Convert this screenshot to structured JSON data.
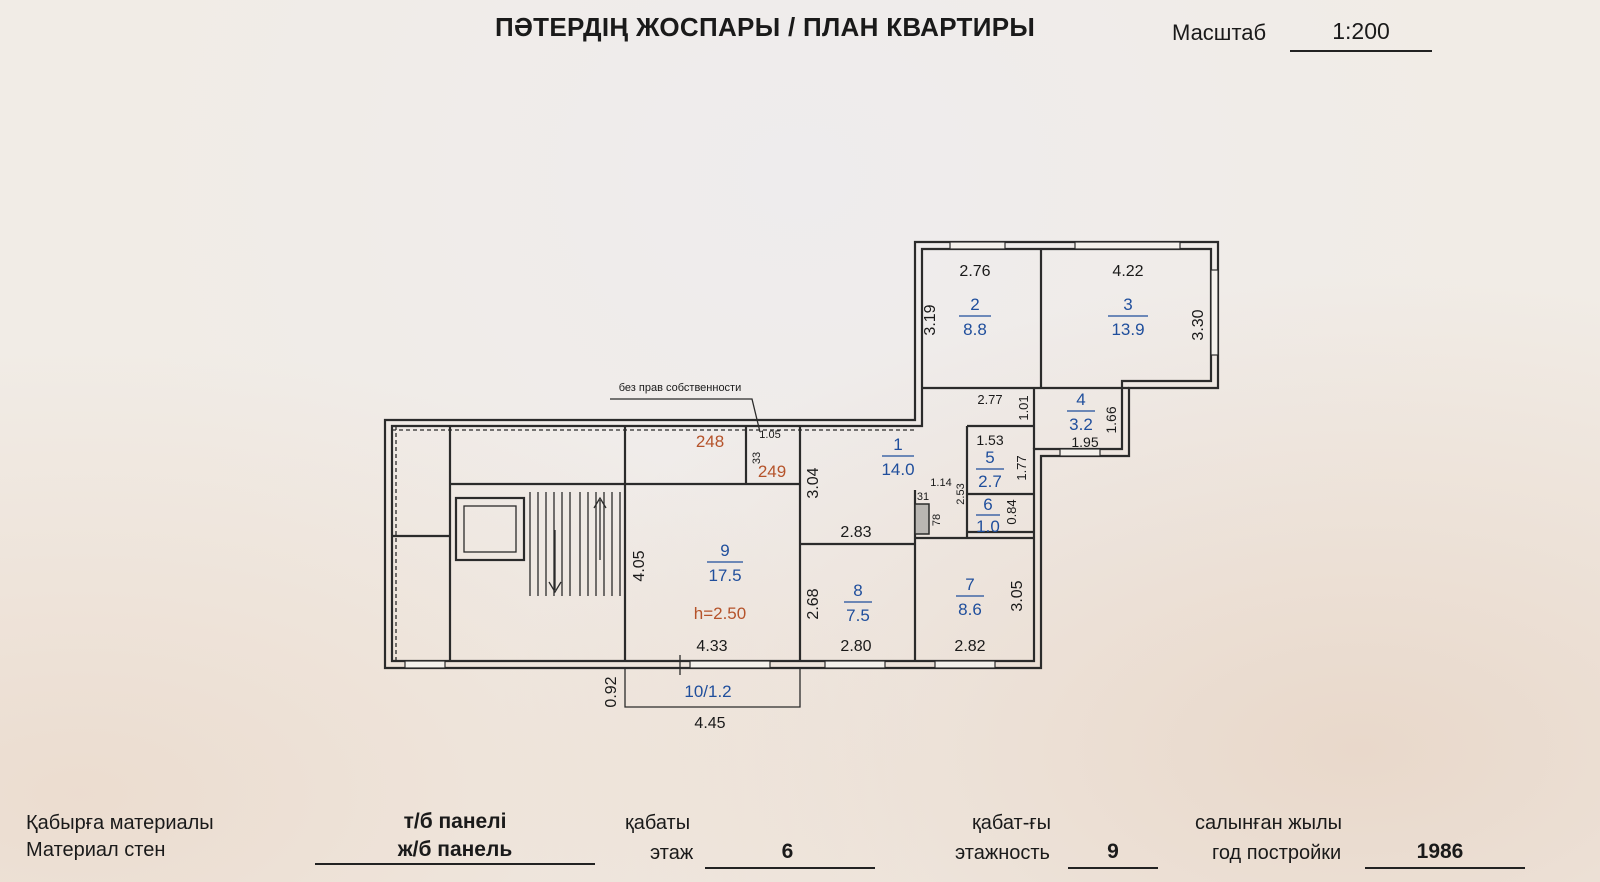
{
  "header": {
    "title": "ПӘТЕРДІҢ ЖОСПАРЫ / ПЛАН КВАРТИРЫ",
    "scale_label": "Масштаб",
    "scale_value": "1:200"
  },
  "plan": {
    "note": "без прав собственности",
    "rooms": [
      {
        "number": "1",
        "area": "14.0"
      },
      {
        "number": "2",
        "area": "8.8"
      },
      {
        "number": "3",
        "area": "13.9"
      },
      {
        "number": "4",
        "area": "3.2"
      },
      {
        "number": "5",
        "area": "2.7"
      },
      {
        "number": "6",
        "area": "1.0"
      },
      {
        "number": "7",
        "area": "8.6"
      },
      {
        "number": "8",
        "area": "7.5"
      },
      {
        "number": "9",
        "area": "17.5"
      }
    ],
    "balcony": "10/1.2",
    "height": "h=2.50",
    "excluded_numbers": [
      "248",
      "249"
    ],
    "dimensions": {
      "room2_width": "2.76",
      "room2_height": "3.19",
      "room3_width": "4.22",
      "room3_height": "3.30",
      "room4_top": "2.77",
      "room4_side": "1.01",
      "room4_height": "1.66",
      "room4_width": "1.95",
      "room5_width": "1.53",
      "room5_height": "1.77",
      "room6_height": "0.84",
      "room6_side": "2.53",
      "niche_a": "1.14",
      "niche_b": "31",
      "niche_c": "78",
      "room1_side": "3.04",
      "room8_top": "2.83",
      "room8_height": "2.68",
      "room8_width": "2.80",
      "room7_height": "3.05",
      "room7_width": "2.82",
      "room9_height": "4.05",
      "room9_width": "4.33",
      "room249_width": "1.05",
      "room249_height": "33",
      "balcony_depth": "0.92",
      "balcony_width": "4.45"
    }
  },
  "footer": {
    "wall_material_kz": "Қабырға материалы",
    "wall_material_ru": "Материал стен",
    "wall_value_kz": "т/б панелі",
    "wall_value_ru": "ж/б панель",
    "floor_label_kz": "қабаты",
    "floor_label_ru": "этаж",
    "floor_value": "6",
    "storeys_label_kz": "қабат-ғы",
    "storeys_label_ru": "этажность",
    "storeys_value": "9",
    "year_label_kz": "салынған жылы",
    "year_label_ru": "год постройки",
    "year_value": "1986"
  },
  "colors": {
    "ink": "#1a1a1a",
    "room_number_blue": "#1f4e9c",
    "excluded_brown": "#b5532a",
    "wall_gray": "#8a8a8a",
    "paper": "#f1ece6"
  }
}
